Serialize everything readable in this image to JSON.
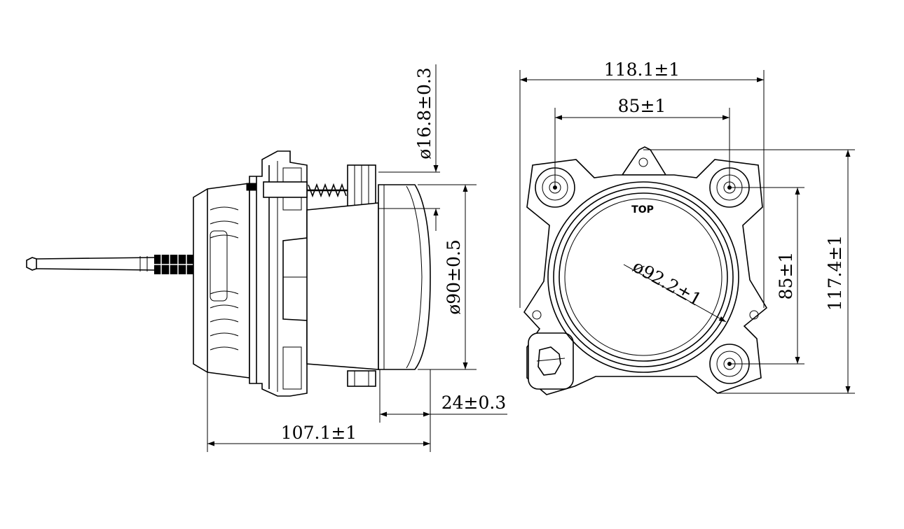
{
  "dimensions": {
    "front_overall_width": "118.1±1",
    "front_mount_spacing_h": "85±1",
    "front_mount_spacing_v": "85±1",
    "front_overall_height": "117.4±1",
    "front_lens_diameter": "ø92.2±1",
    "side_screw_diameter": "ø16.8±0.3",
    "side_lens_diameter": "ø90±0.5",
    "side_lens_depth": "24±0.3",
    "side_overall_depth": "107.1±1"
  },
  "labels": {
    "orientation_mark": "TOP"
  }
}
